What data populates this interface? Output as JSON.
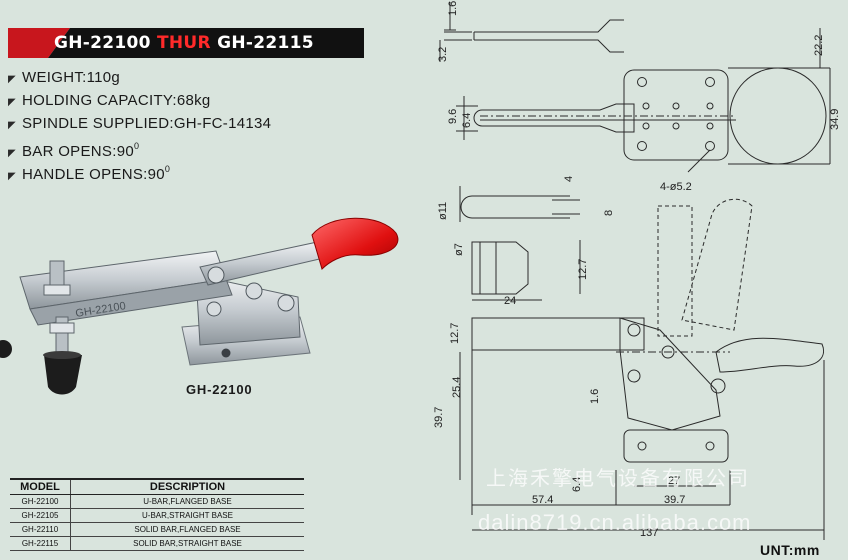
{
  "banner": {
    "model_start": "GH-22100",
    "word_thur": "THUR",
    "model_end": "GH-22115"
  },
  "specs": [
    {
      "label": "WEIGHT:110g"
    },
    {
      "label": "HOLDING CAPACITY:68kg"
    },
    {
      "label": "SPINDLE SUPPLIED:GH-FC-14134"
    },
    {
      "label": "BAR OPENS:90"
    },
    {
      "label": "HANDLE OPENS:90"
    }
  ],
  "degree_mark": "0",
  "photo": {
    "caption": "GH-22100",
    "engraving": "GH-22100"
  },
  "table": {
    "headers": {
      "model": "MODEL",
      "description": "DESCRIPTION"
    },
    "rows": [
      {
        "model": "GH-22100",
        "description": "U-BAR,FLANGED BASE"
      },
      {
        "model": "GH-22105",
        "description": "U-BAR,STRAIGHT BASE"
      },
      {
        "model": "GH-22110",
        "description": "SOLID BAR,FLANGED BASE"
      },
      {
        "model": "GH-22115",
        "description": "SOLID BAR,STRAIGHT BASE"
      }
    ]
  },
  "dimensions": {
    "d_1_6_top": "1.6",
    "d_3_2": "3.2",
    "d_22_2": "22.2",
    "d_34_9": "34.9",
    "d_9_6": "9.6",
    "d_6_4_top": "6.4",
    "d_holes": "4-ø5.2",
    "d_4": "4",
    "d_8": "8",
    "d_dia_11": "ø11",
    "d_dia_7": "ø7",
    "d_12_7_right": "12.7",
    "d_24": "24",
    "d_12_7_left": "12.7",
    "d_25_4": "25.4",
    "d_1_6_mid": "1.6",
    "d_39_7_left": "39.7",
    "d_6_4_bottom": "6.4",
    "d_27": "27",
    "d_57_4": "57.4",
    "d_39_7_bottom": "39.7",
    "d_137": "137"
  },
  "watermark": {
    "company": "上海禾擎电气设备有限公司",
    "url": "dalin8719.cn.alibaba.com"
  },
  "unit": "UNT:mm"
}
